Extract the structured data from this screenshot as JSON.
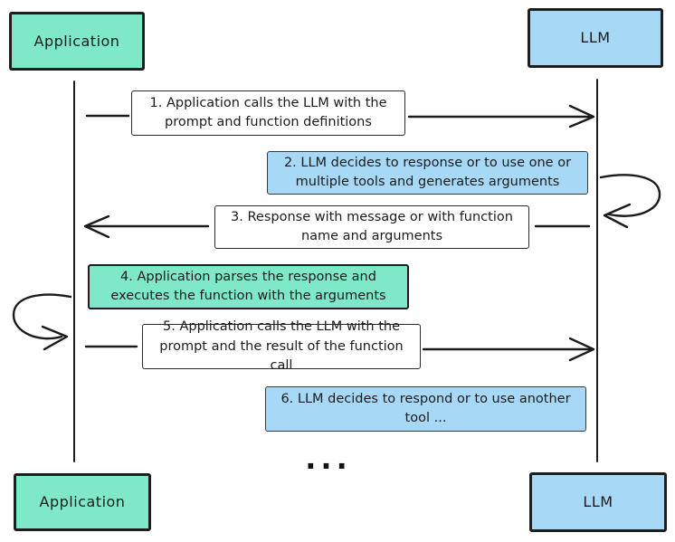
{
  "diagram": {
    "type": "sequence-diagram",
    "topic": "LLM function calling flow between an Application and an LLM",
    "actors": {
      "top_left": "Application",
      "top_right": "LLM",
      "bottom_left": "Application",
      "bottom_right": "LLM"
    },
    "messages": [
      {
        "id": 1,
        "from": "Application",
        "to": "LLM",
        "fill": "white",
        "text": "1. Application calls the LLM with the prompt and function definitions"
      },
      {
        "id": 2,
        "actor": "LLM",
        "kind": "self-loop",
        "fill": "blue",
        "text": "2. LLM decides to response or to use one or multiple tools and generates arguments"
      },
      {
        "id": 3,
        "from": "LLM",
        "to": "Application",
        "fill": "white",
        "text": "3. Response with message or with function name and arguments"
      },
      {
        "id": 4,
        "actor": "Application",
        "kind": "self-loop",
        "fill": "green",
        "text": "4. Application parses the response and executes the function with the arguments"
      },
      {
        "id": 5,
        "from": "Application",
        "to": "LLM",
        "fill": "white",
        "text": "5. Application calls the LLM with the prompt and the result of the function call"
      },
      {
        "id": 6,
        "actor": "LLM",
        "fill": "blue",
        "text": "6. LLM decides to respond or to use another tool ..."
      }
    ],
    "ellipsis": "...",
    "colors": {
      "application_fill": "#7ee8c9",
      "llm_fill": "#a7d9f7",
      "message_fill": "#ffffff",
      "stroke": "#1b1b1b"
    }
  }
}
